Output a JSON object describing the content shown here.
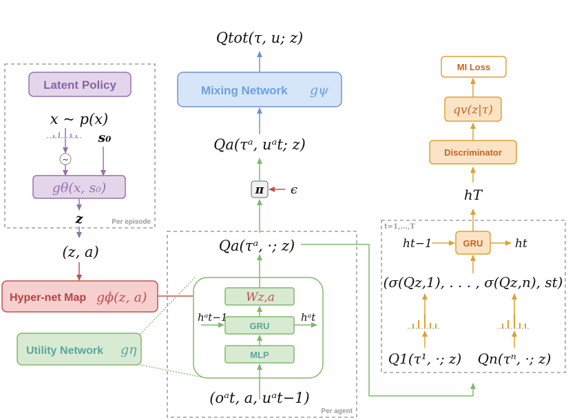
{
  "colors": {
    "purple": "#9670b0",
    "purple_fill": "#e3d6ea",
    "purple_text": "#8a64a8",
    "red": "#c0504d",
    "red_fill": "#f6cfcf",
    "red_text": "#b84444",
    "green": "#7fb86a",
    "green_fill": "#d9ead3",
    "green_text": "#5aa79a",
    "blue": "#6c93c8",
    "blue_fill": "#d6e6f8",
    "blue_text": "#6d9fe0",
    "orange": "#e0a030",
    "orange_fill": "#fbe3c6",
    "orange_text": "#c8641e",
    "gray": "#8c8c8c"
  },
  "episode_group": {
    "latent_policy": "Latent Policy",
    "x_dist": "x ~ p(x)",
    "s0": "s₀",
    "noise_symbol": "~",
    "g_theta": "gθ(x, s₀)",
    "z": "z",
    "tag": "Per episode"
  },
  "za": "(z, a)",
  "hypernet": {
    "label": "Hyper-net Map",
    "math": "gϕ(z, a)"
  },
  "utility": {
    "label": "Utility Network",
    "math": "gη"
  },
  "agent_group": {
    "q_out": "Qa(τᵃ, ·; z)",
    "w": "Wz,a",
    "gru": "GRU",
    "mlp": "MLP",
    "h_in": "hᵃt−1",
    "h_out": "hᵃt",
    "input": "(oᵃt, a, uᵃt−1)",
    "tag": "Per agent"
  },
  "policy": {
    "pi": "π",
    "epsilon": "ϵ",
    "q_selected": "Qa(τᵃ, uᵃt; z)"
  },
  "mixing": {
    "label": "Mixing Network",
    "math": "gψ"
  },
  "q_tot": "Qtot(τ, u; z)",
  "disc_group": {
    "tag": "t=1,...,T",
    "gru": "GRU",
    "h_prev": "ht−1",
    "h_next": "ht",
    "sigma_tuple": "(σ(Qz,1), . . . , σ(Qz,n), st)",
    "q1": "Q1(τ¹, ·; z)",
    "qn": "Qn(τⁿ, ·; z)"
  },
  "discriminator": {
    "h_T": "hT",
    "label": "Discriminator",
    "q_v": "qv(z|τ)",
    "mi_loss": "MI Loss"
  }
}
